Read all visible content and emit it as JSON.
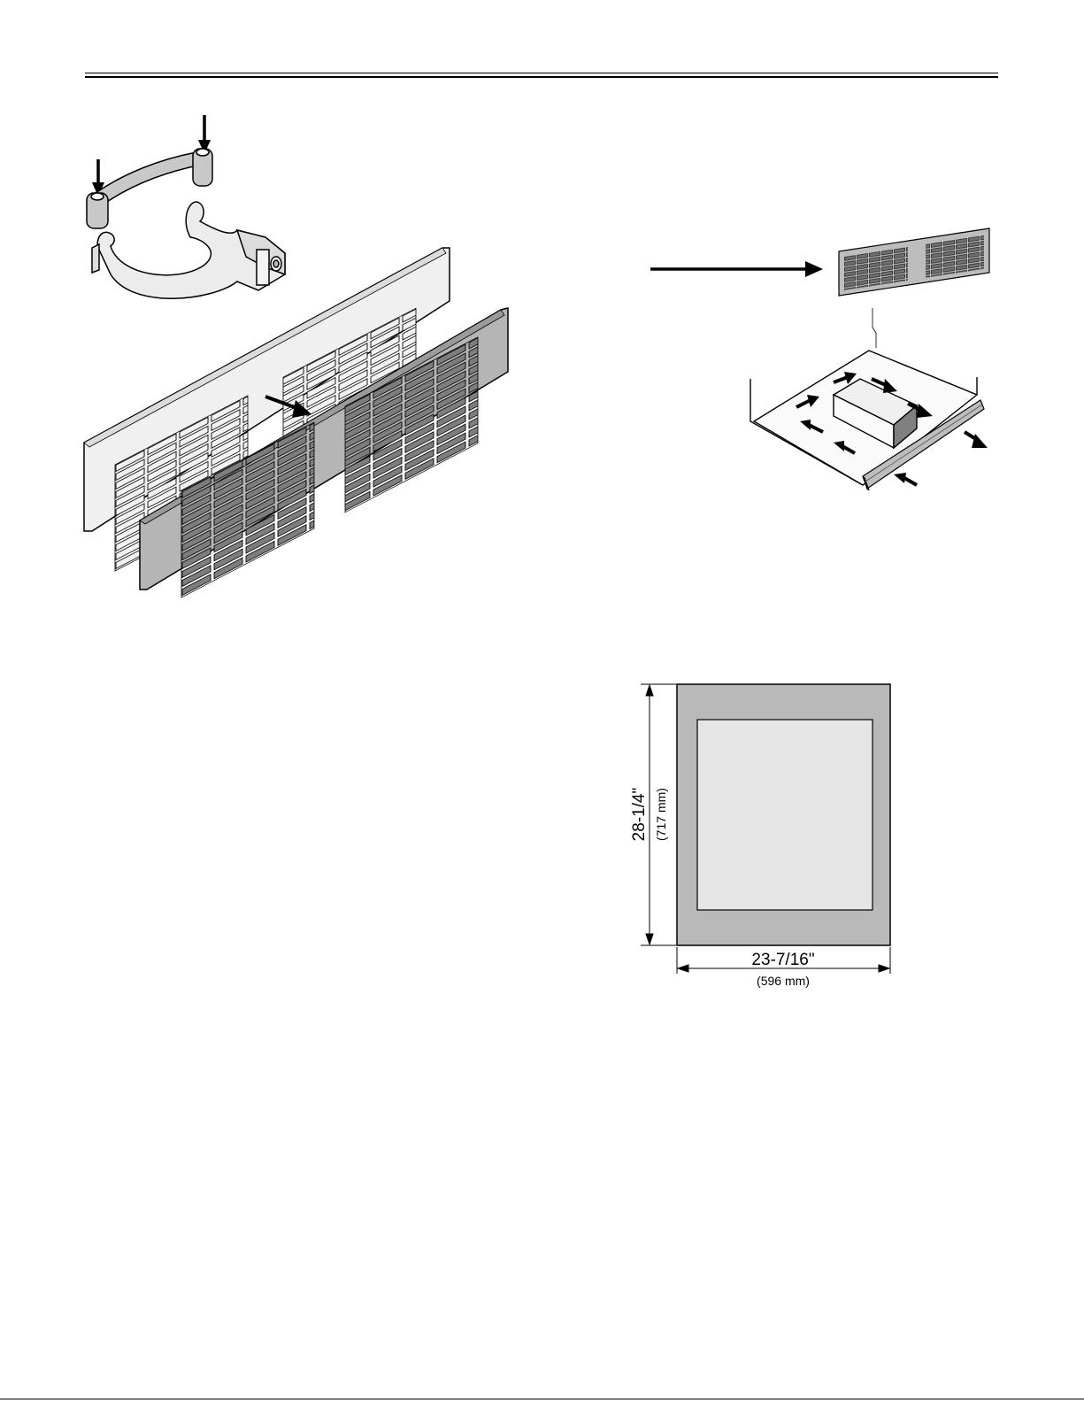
{
  "dimension_figure": {
    "height_label": "28-1/4\"",
    "height_mm": "(717 mm)",
    "width_label": "23-7/16\"",
    "width_mm": "(596 mm)"
  },
  "colors": {
    "panel_dark": "#b9b9b9",
    "panel_light": "#e6e6e6",
    "grille_dark": "#8c8c8c",
    "grille_light": "#eeeeee",
    "line": "#000000"
  },
  "icons": [
    "arrow-down-icon",
    "arrow-right-icon",
    "arrow-diagonal-icon"
  ]
}
